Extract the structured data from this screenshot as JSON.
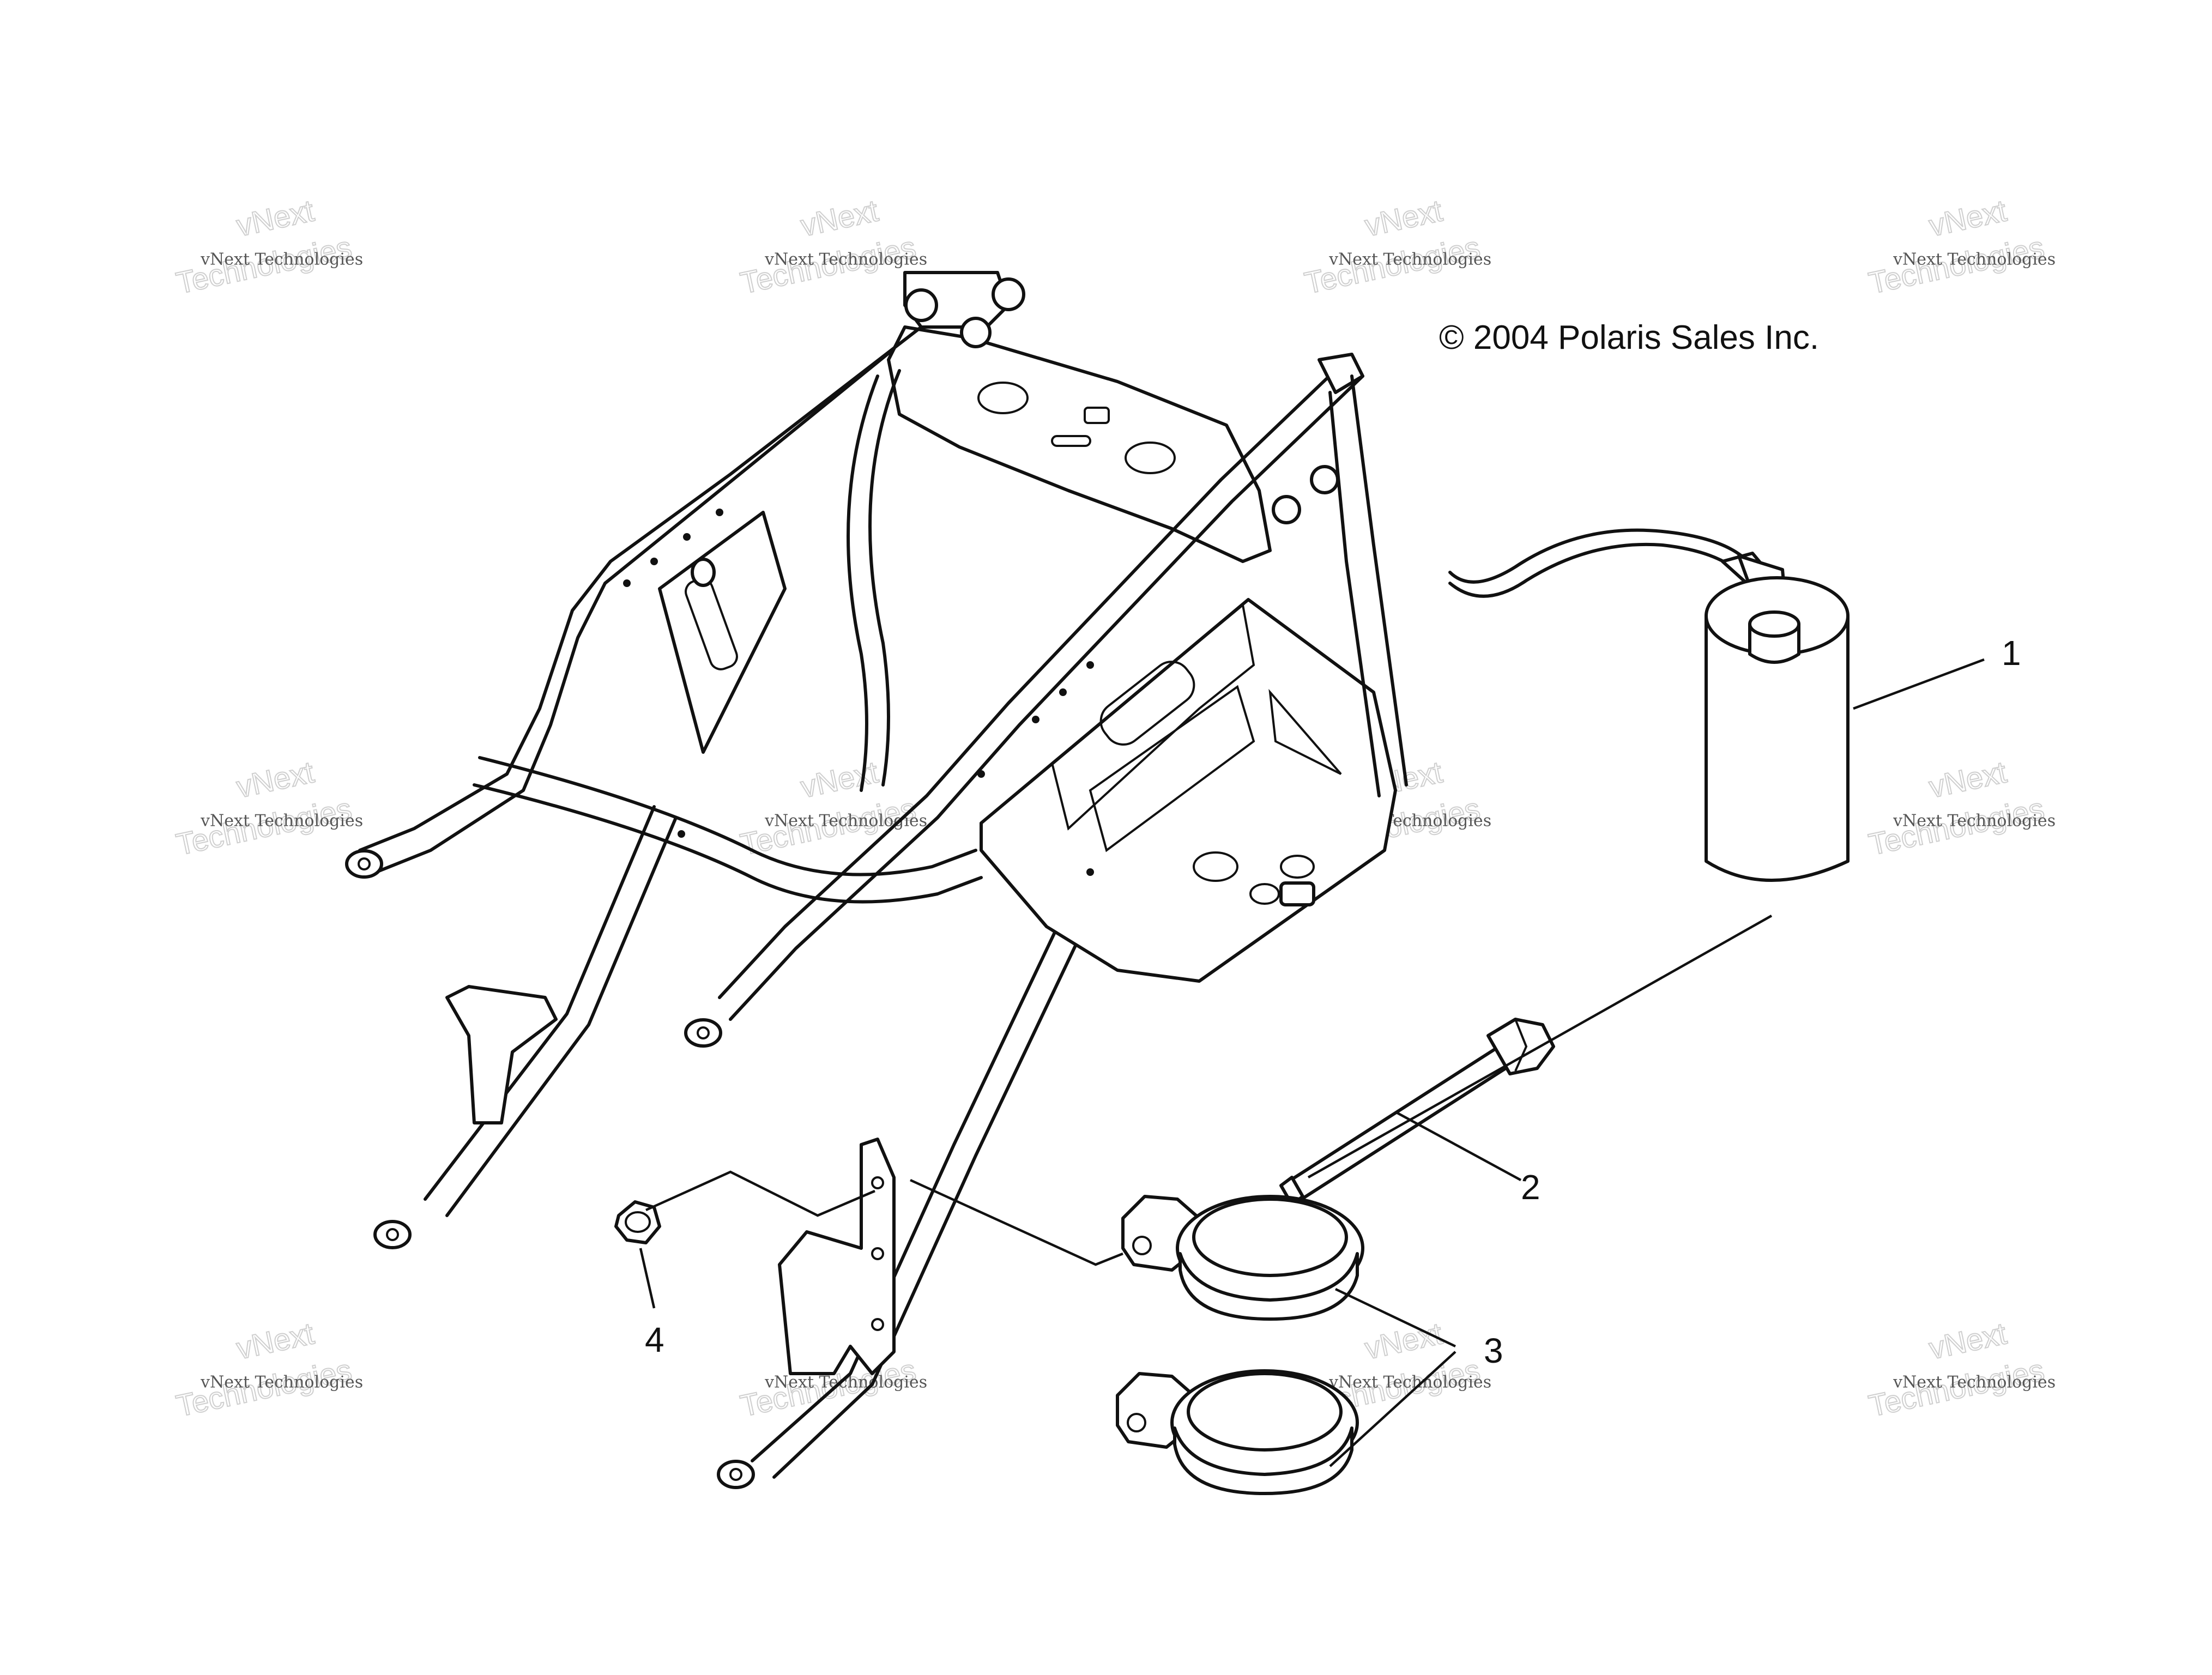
{
  "copyright": "© 2004 Polaris Sales Inc.",
  "callouts": [
    "1",
    "2",
    "3",
    "4"
  ],
  "watermark": {
    "small_text": "vNext Technologies",
    "big_line1": "vNext",
    "big_line2": "Technologies"
  },
  "colors": {
    "line": "#111111",
    "background": "#ffffff",
    "watermark": "#cfcfcf"
  }
}
